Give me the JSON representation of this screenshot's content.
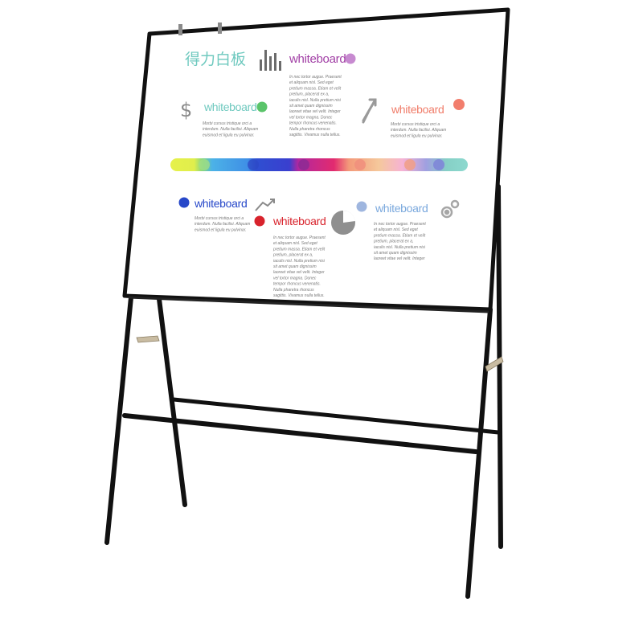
{
  "board": {
    "brand": "得力白板",
    "colors": {
      "frame": "#111111",
      "brand_teal": "#6fc9bf",
      "purple": "#a13fa5",
      "green": "#5ac46a",
      "salmon": "#f07d6a",
      "blue": "#2748c9",
      "red": "#d8232c",
      "gray": "#8e8e8e",
      "light_blue": "#7aa8dd"
    },
    "panels": [
      {
        "id": "p1",
        "title": "whiteboard",
        "lines": [
          "In nec tortor augue. Praesent",
          "et aliquam nisl. Sed eget",
          "pretium massa. Etiam et velit",
          "pretium, placerat ex a,",
          "iaculis nisl. Nulla pretium nisi",
          "sit amet quam dignissim",
          "laoreet vitae vel velit. Integer",
          "vel tortor magna. Donec",
          "tempor rhoncus venenatis.",
          "Nulla pharetra rhoncus",
          "sagittis. Vivamus nulla tellus."
        ]
      },
      {
        "id": "p2",
        "title": "whiteboard",
        "lines": [
          "Morbi cursus tristique orci a",
          "interdum. Nulla facilisi. Aliquam",
          "euismod et ligula eu pulvinar."
        ]
      },
      {
        "id": "p3",
        "title": "whiteboard",
        "lines": [
          "Morbi cursus tristique orci a",
          "interdum. Nulla facilisi. Aliquam",
          "euismod et ligula eu pulvinar."
        ]
      },
      {
        "id": "p4",
        "title": "whiteboard",
        "lines": [
          "Morbi cursus tristique orci a",
          "interdum. Nulla facilisi. Aliquam",
          "euismod et ligula eu pulvinar."
        ]
      },
      {
        "id": "p5",
        "title": "whiteboard",
        "lines": [
          "In nec tortor augue. Praesent",
          "et aliquam nisl. Sed eget",
          "pretium massa. Etiam et velit",
          "pretium, placerat ex a,",
          "iaculis nisl. Nulla pretium nisi",
          "sit amet quam dignissim",
          "laoreet vitae vel velit. Integer",
          "vel tortor magna. Donec",
          "tempor rhoncus venenatis.",
          "Nulla pharetra rhoncus",
          "sagittis. Vivamus nulla tellus."
        ]
      },
      {
        "id": "p6",
        "title": "whiteboard",
        "lines": [
          "In nec tortor augue. Praesent",
          "et aliquam nisl. Sed eget",
          "pretium massa. Etiam et velit",
          "pretium, placerat ex a,",
          "iaculis nisl. Nulla pretium nisi",
          "sit amet quam dignissim",
          "laoreet vitae vel velit. Integer"
        ]
      }
    ]
  }
}
